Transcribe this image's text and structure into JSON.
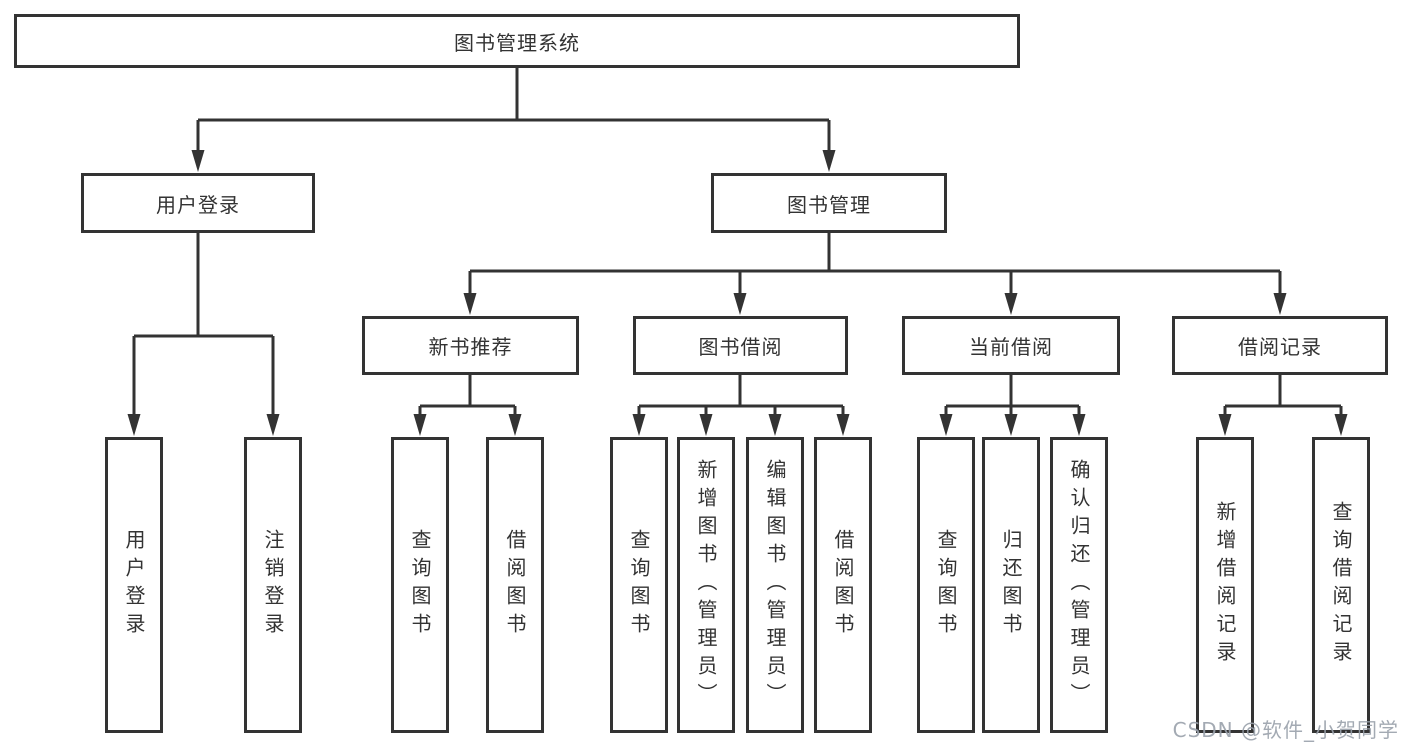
{
  "diagram": {
    "title": "图书管理系统",
    "hierarchy": {
      "label": "图书管理系统",
      "children": [
        {
          "label": "用户登录",
          "children": [
            {
              "label": "用户登录"
            },
            {
              "label": "注销登录"
            }
          ]
        },
        {
          "label": "图书管理",
          "children": [
            {
              "label": "新书推荐",
              "children": [
                {
                  "label": "查询图书"
                },
                {
                  "label": "借阅图书"
                }
              ]
            },
            {
              "label": "图书借阅",
              "children": [
                {
                  "label": "查询图书"
                },
                {
                  "label": "新增图书（管理员）"
                },
                {
                  "label": "编辑图书（管理员）"
                },
                {
                  "label": "借阅图书"
                }
              ]
            },
            {
              "label": "当前借阅",
              "children": [
                {
                  "label": "查询图书"
                },
                {
                  "label": "归还图书"
                },
                {
                  "label": "确认归还（管理员）"
                }
              ]
            },
            {
              "label": "借阅记录",
              "children": [
                {
                  "label": "新增借阅记录"
                },
                {
                  "label": "查询借阅记录"
                }
              ]
            }
          ]
        }
      ]
    },
    "colors": {
      "line": "#333333",
      "box_background": "#ffffff",
      "text": "#333333",
      "watermark": "#9aa1ab"
    }
  },
  "watermark": {
    "text": "CSDN @软件_小贺同学"
  }
}
